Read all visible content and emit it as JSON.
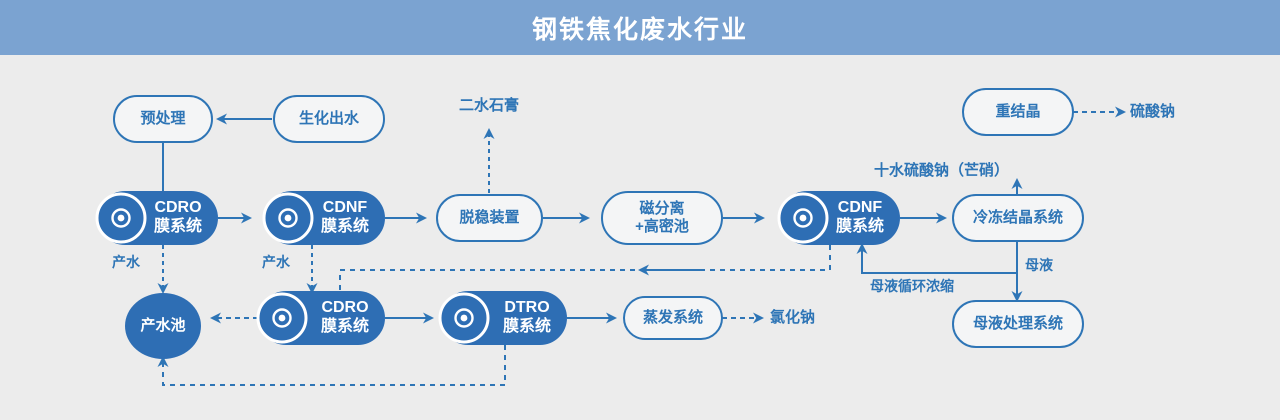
{
  "header": {
    "title": "钢铁焦化废水行业"
  },
  "colors": {
    "header_bg": "#7ba3d1",
    "page_bg": "#ececec",
    "accent": "#2e75b6",
    "fill": "#2e6eb4",
    "outline_text": "#2e75b6",
    "filled_text": "#ffffff"
  },
  "nodes": {
    "pretreatment": {
      "label": "预处理"
    },
    "bio_effluent": {
      "label": "生化出水"
    },
    "cdro_top": {
      "label": "CDRO\n膜系统"
    },
    "cdnf_top": {
      "label": "CDNF\n膜系统"
    },
    "destabilizer": {
      "label": "脱稳装置"
    },
    "mag_sep": {
      "label": "磁分离\n+高密池"
    },
    "cdnf_right": {
      "label": "CDNF\n膜系统"
    },
    "freeze_cryst": {
      "label": "冷冻结晶系统"
    },
    "recrystallize": {
      "label": "重结晶"
    },
    "mother_liquor": {
      "label": "母液处理系统"
    },
    "product_pool": {
      "label": "产水池"
    },
    "cdro_bottom": {
      "label": "CDRO\n膜系统"
    },
    "dtro_bottom": {
      "label": "DTRO\n膜系统"
    },
    "evaporation": {
      "label": "蒸发系统"
    }
  },
  "outputs": {
    "gypsum": {
      "label": "二水石膏"
    },
    "sodium_sulfate": {
      "label": "硫酸钠"
    },
    "sodium_chloride": {
      "label": "氯化钠"
    }
  },
  "edge_labels": {
    "product_water_1": "产水",
    "product_water_2": "产水",
    "glauber_salt": "十水硫酸钠（芒硝）",
    "mother_liquor": "母液",
    "ml_recycle": "母液循环浓缩"
  },
  "icons": {
    "membrane": "bullseye-icon"
  }
}
